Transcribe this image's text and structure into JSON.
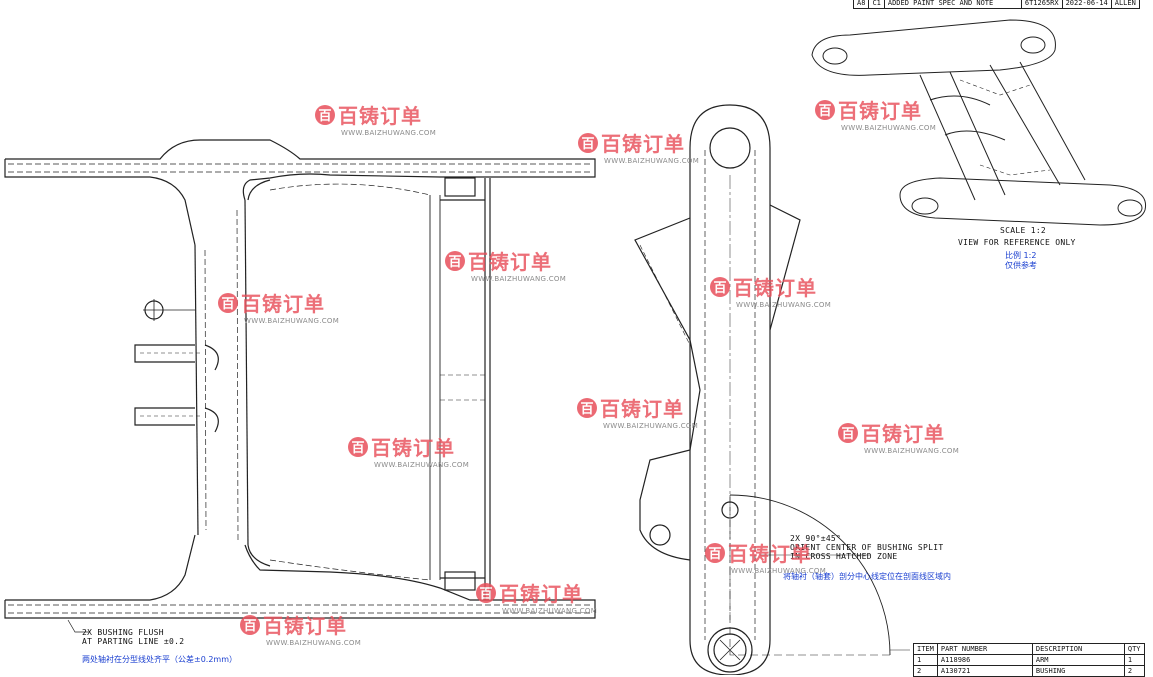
{
  "revision_row": {
    "cells": [
      "A8",
      "C1",
      "ADDED PAINT SPEC AND NOTE",
      "6T1265RX",
      "2022-06-14",
      "ALLEN"
    ]
  },
  "notes": {
    "bushing_flush": "2X BUSHING FLUSH\nAT PARTING LINE ±0.2",
    "bushing_flush_cn": "两处轴衬在分型线处齐平（公差±0.2mm）",
    "orient": "2X 90°±45°\nORIENT CENTER OF BUSHING SPLIT\nIN CROSS HATCHED ZONE",
    "orient_cn": "将轴衬（轴套）剖分中心线定位在剖面线区域内",
    "scale": "SCALE 1:2",
    "view_ref": "VIEW FOR REFERENCE ONLY",
    "scale_cn": "比例 1:2",
    "view_ref_cn": "仅供参考"
  },
  "bom": {
    "headers": [
      "ITEM",
      "PART NUMBER",
      "DESCRIPTION",
      "QTY"
    ],
    "rows": [
      [
        "1",
        "A118986",
        "ARM",
        "1"
      ],
      [
        "2",
        "A130721",
        "BUSHING",
        "2"
      ]
    ]
  },
  "watermark": {
    "logo_char": "百",
    "brand": "百铸订单",
    "url": "WWW.BAIZHUWANG.COM"
  },
  "colors": {
    "line": "#222222",
    "note_cn": "#1a3fd0",
    "watermark": "#e8505b"
  }
}
